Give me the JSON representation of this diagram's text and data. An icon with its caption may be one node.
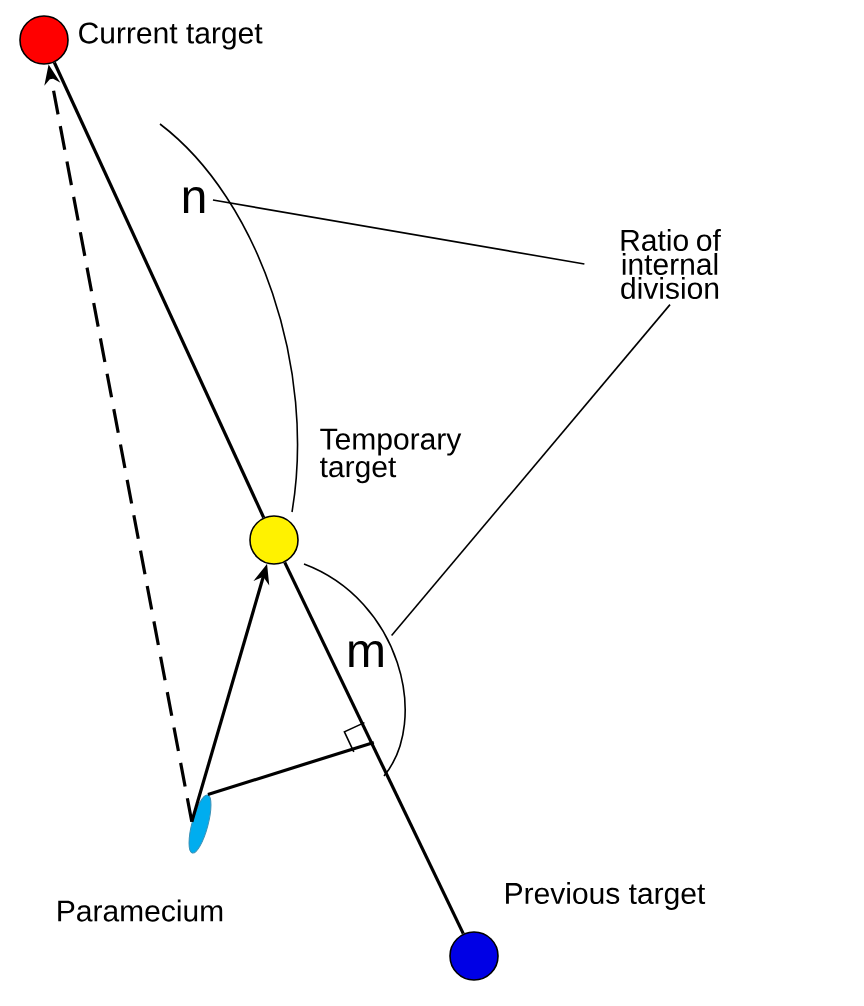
{
  "diagram": {
    "nodes": [
      {
        "text": [
          "Current target"
        ]
      },
      {
        "text": [
          "Temporary target"
        ]
      },
      {
        "text": [
          "Previous target"
        ]
      },
      {
        "text": [
          "Paramecium"
        ]
      },
      {
        "text": [
          "Ratio of internal division"
        ]
      },
      {
        "text": [
          "n"
        ]
      },
      {
        "text": [
          "m"
        ]
      }
    ],
    "edges": [
      {
        "from": 0,
        "to": 1,
        "arrow": "none"
      },
      {
        "from": 1,
        "to": 2,
        "arrow": "none"
      },
      {
        "from": 3,
        "to": 0,
        "arrow": "to",
        "style": "dashed"
      },
      {
        "from": 3,
        "to": 1,
        "arrow": "to"
      },
      {
        "from": 3,
        "to": null,
        "arrow": "none"
      },
      {
        "from": 4,
        "to": 5,
        "arrow": "none"
      },
      {
        "from": 4,
        "to": 6,
        "arrow": "none"
      }
    ]
  }
}
